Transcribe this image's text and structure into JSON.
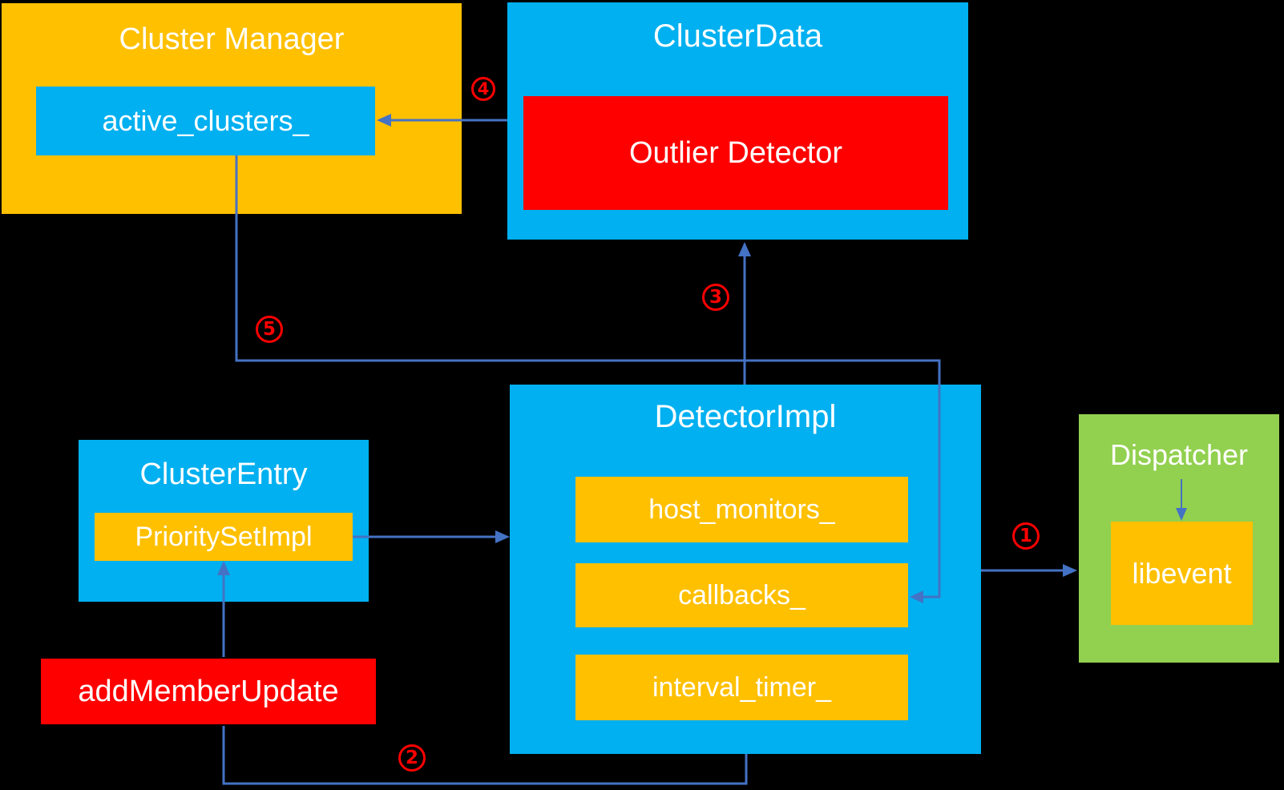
{
  "nodes": {
    "cluster_manager": {
      "title": "Cluster Manager"
    },
    "active_clusters": {
      "label": "active_clusters_"
    },
    "cluster_data": {
      "title": "ClusterData"
    },
    "outlier_detector": {
      "label": "Outlier Detector"
    },
    "cluster_entry": {
      "title": "ClusterEntry"
    },
    "priority_set_impl": {
      "label": "PrioritySetImpl"
    },
    "add_member_update": {
      "label": "addMemberUpdate"
    },
    "detector_impl": {
      "title": "DetectorImpl"
    },
    "host_monitors": {
      "label": "host_monitors_"
    },
    "callbacks": {
      "label": "callbacks_"
    },
    "interval_timer": {
      "label": "interval_timer_"
    },
    "dispatcher": {
      "title": "Dispatcher"
    },
    "libevent": {
      "label": "libevent"
    }
  },
  "steps": [
    {
      "label": "1"
    },
    {
      "label": "2"
    },
    {
      "label": "3"
    },
    {
      "label": "4"
    },
    {
      "label": "5"
    }
  ],
  "colors": {
    "background": "#000000",
    "box_orange": "#FFC000",
    "box_blue": "#00B0F0",
    "box_red": "#FF0000",
    "box_green": "#92D050",
    "arrow": "#4472C4",
    "label_text": "#FFFFFF",
    "step_badge": "#FF0000"
  }
}
